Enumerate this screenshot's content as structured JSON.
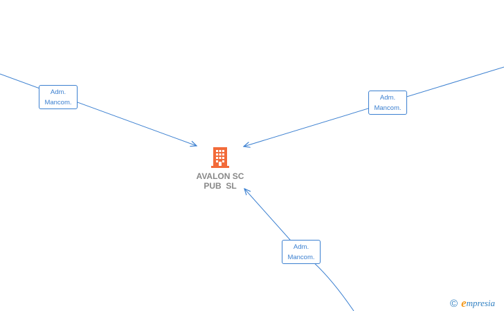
{
  "company": {
    "name_line1": "AVALON SC",
    "name_line2": "PUB  SL",
    "icon": "building-icon",
    "icon_color": "#f26b3a"
  },
  "relations": [
    {
      "line1": "Adm.",
      "line2": "Mancom."
    },
    {
      "line1": "Adm.",
      "line2": "Mancom."
    },
    {
      "line1": "Adm.",
      "line2": "Mancom."
    }
  ],
  "colors": {
    "edge": "#3a7fd0",
    "label_text": "#3a7fd0",
    "company_text": "#888888"
  },
  "brand": {
    "copyright_symbol": "©",
    "logo_letter": "e",
    "logo_rest": "mpresia"
  }
}
